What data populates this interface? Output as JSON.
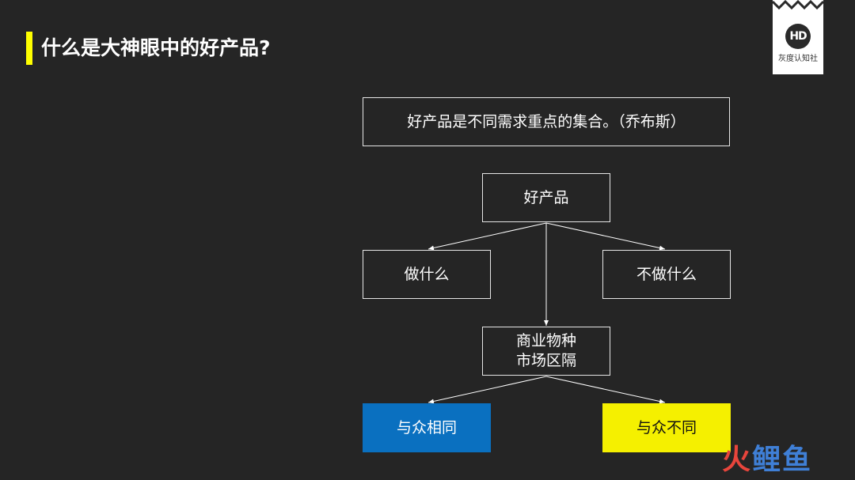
{
  "slide": {
    "title": "什么是大神眼中的好产品?"
  },
  "logo": {
    "mark": "HD",
    "name": "灰度认知社"
  },
  "diagram": {
    "quote": "好产品是不同需求重点的集合。（乔布斯）",
    "root": "好产品",
    "left_child": "做什么",
    "right_child": "不做什么",
    "middle_line1": "商业物种",
    "middle_line2": "市场区隔",
    "left_leaf": "与众相同",
    "right_leaf": "与众不同"
  },
  "colors": {
    "background": "#252525",
    "accent": "#ffff00",
    "blue_box": "#0a70c0",
    "yellow_box": "#f5f000"
  },
  "watermark": {
    "part1": "火",
    "part2": "鲤鱼"
  }
}
